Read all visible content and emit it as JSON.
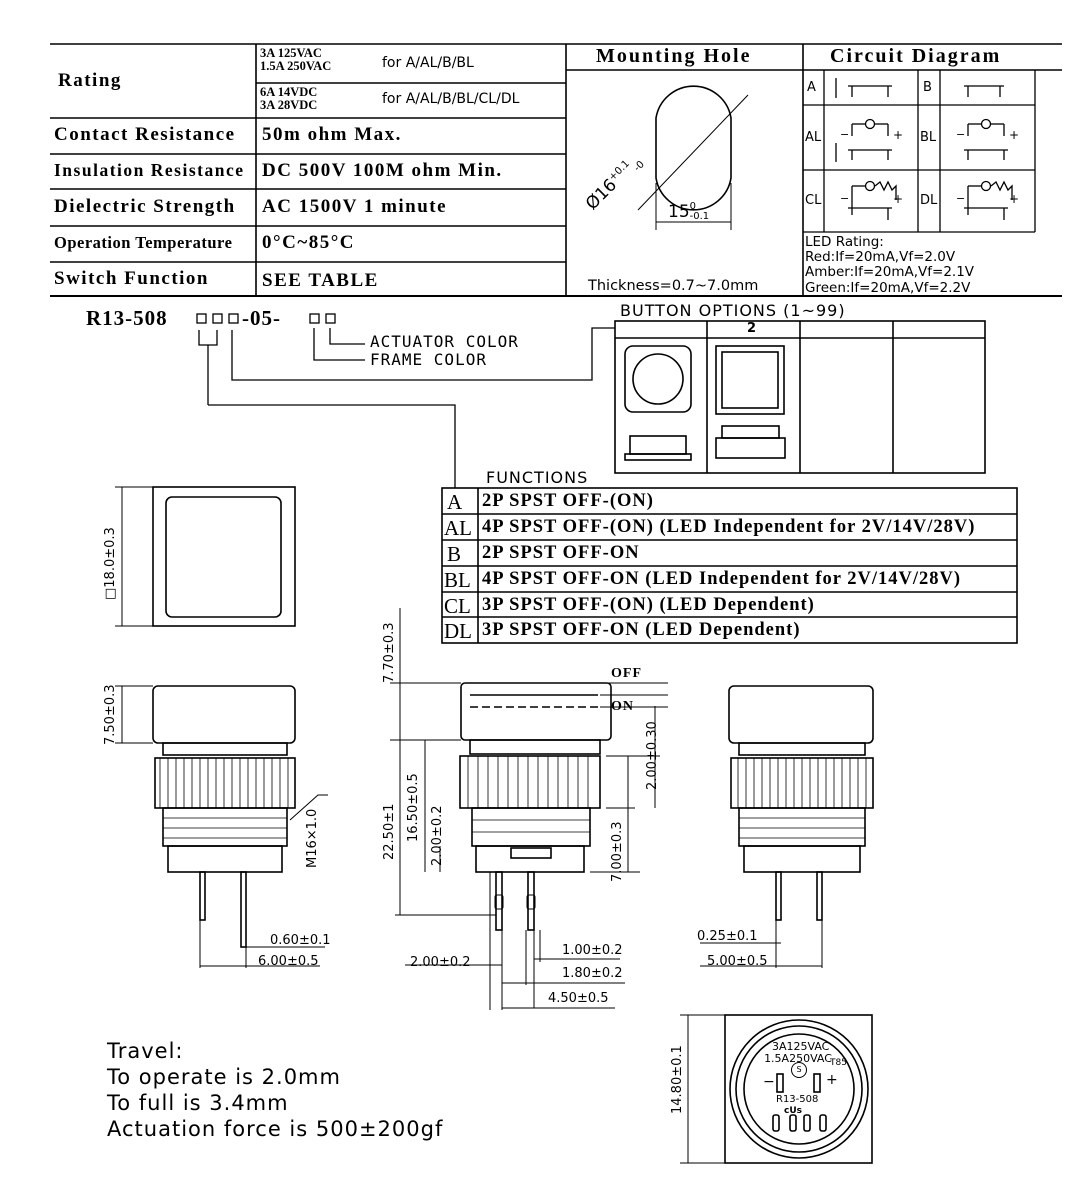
{
  "spec_table": {
    "rating_label": "Rating",
    "rating_row1_values": [
      "3A  125VAC",
      "1.5A  250VAC"
    ],
    "rating_row1_scope": "for A/AL/B/BL",
    "rating_row2_values": [
      "6A  14VDC",
      "3A  28VDC"
    ],
    "rating_row2_scope": "for A/AL/B/BL/CL/DL",
    "rows": [
      {
        "label": "Contact Resistance",
        "value": "50m ohm Max."
      },
      {
        "label": "Insulation Resistance",
        "value": "DC 500V 100M ohm Min."
      },
      {
        "label": "Dielectric Strength",
        "value": "AC 1500V 1 minute"
      },
      {
        "label": "Operation Temperature",
        "value": "0°C~85°C"
      },
      {
        "label": "Switch Function",
        "value": "SEE TABLE"
      }
    ]
  },
  "mounting_hole": {
    "title": "Mounting Hole",
    "diameter": "Ø16",
    "diameter_tol_upper": "+0.1",
    "diameter_tol_lower": "-0",
    "width": "15",
    "width_tol_upper": "0",
    "width_tol_lower": "-0.1",
    "thickness": "Thickness=0.7~7.0mm"
  },
  "circuit_diagram": {
    "title": "Circuit Diagram",
    "cells": [
      "A",
      "B",
      "AL",
      "BL",
      "CL",
      "DL"
    ],
    "led_rating": [
      "LED  Rating:",
      "Red:If=20mA,Vf=2.0V",
      "Amber:If=20mA,Vf=2.1V",
      "Green:If=20mA,Vf=2.2V"
    ]
  },
  "part_code": {
    "prefix": "R13-508",
    "middle": "-05-",
    "actuator_label": "ACTUATOR COLOR",
    "frame_label": "FRAME COLOR"
  },
  "button_options": {
    "title": "BUTTON  OPTIONS  (1~99)",
    "columns": [
      "",
      "2",
      "",
      ""
    ]
  },
  "functions": {
    "title": "FUNCTIONS",
    "rows": [
      {
        "code": "A",
        "desc": "2P  SPST  OFF-(ON)"
      },
      {
        "code": "AL",
        "desc": "4P  SPST  OFF-(ON)  (LED  Independent  for  2V/14V/28V)"
      },
      {
        "code": "B",
        "desc": "2P  SPST  OFF-ON"
      },
      {
        "code": "BL",
        "desc": "4P  SPST  OFF-ON  (LED  Independent  for  2V/14V/28V)"
      },
      {
        "code": "CL",
        "desc": "3P  SPST  OFF-(ON)  (LED  Dependent)"
      },
      {
        "code": "DL",
        "desc": "3P  SPST  OFF-ON  (LED  Dependent)"
      }
    ]
  },
  "dimensions": {
    "front_square": "□18.0±0.3",
    "cap_height": "7.50±0.3",
    "thread": "M16×1.0",
    "pin_width_left": "0.60±0.1",
    "pin_pitch_left": "6.00±0.5",
    "top_height": "7.70±0.3",
    "off_label": "OFF",
    "on_label": "ON",
    "travel_dim": "2.00±0.30",
    "overall_height": "22.50±1",
    "body_height": "16.50±0.5",
    "pin_offset": "2.00±0.2",
    "pin_length": "7.00±0.3",
    "dim_1": "1.00±0.2",
    "dim_2": "1.80±0.2",
    "dim_3": "2.00±0.2",
    "dim_4": "4.50±0.5",
    "pin_width_right": "0.25±0.1",
    "pin_pitch_right": "5.00±0.5",
    "bottom_height": "14.80±0.1"
  },
  "bottom_view": {
    "line1": "3A125VAC",
    "line2": "1.5A250VAC",
    "line3": "T85",
    "line4": "R13-508",
    "minus": "−",
    "plus": "+"
  },
  "travel": {
    "lines": [
      "Travel:",
      "To  operate  is  2.0mm",
      "To  full  is  3.4mm",
      "Actuation  force  is  500±200gf"
    ]
  }
}
